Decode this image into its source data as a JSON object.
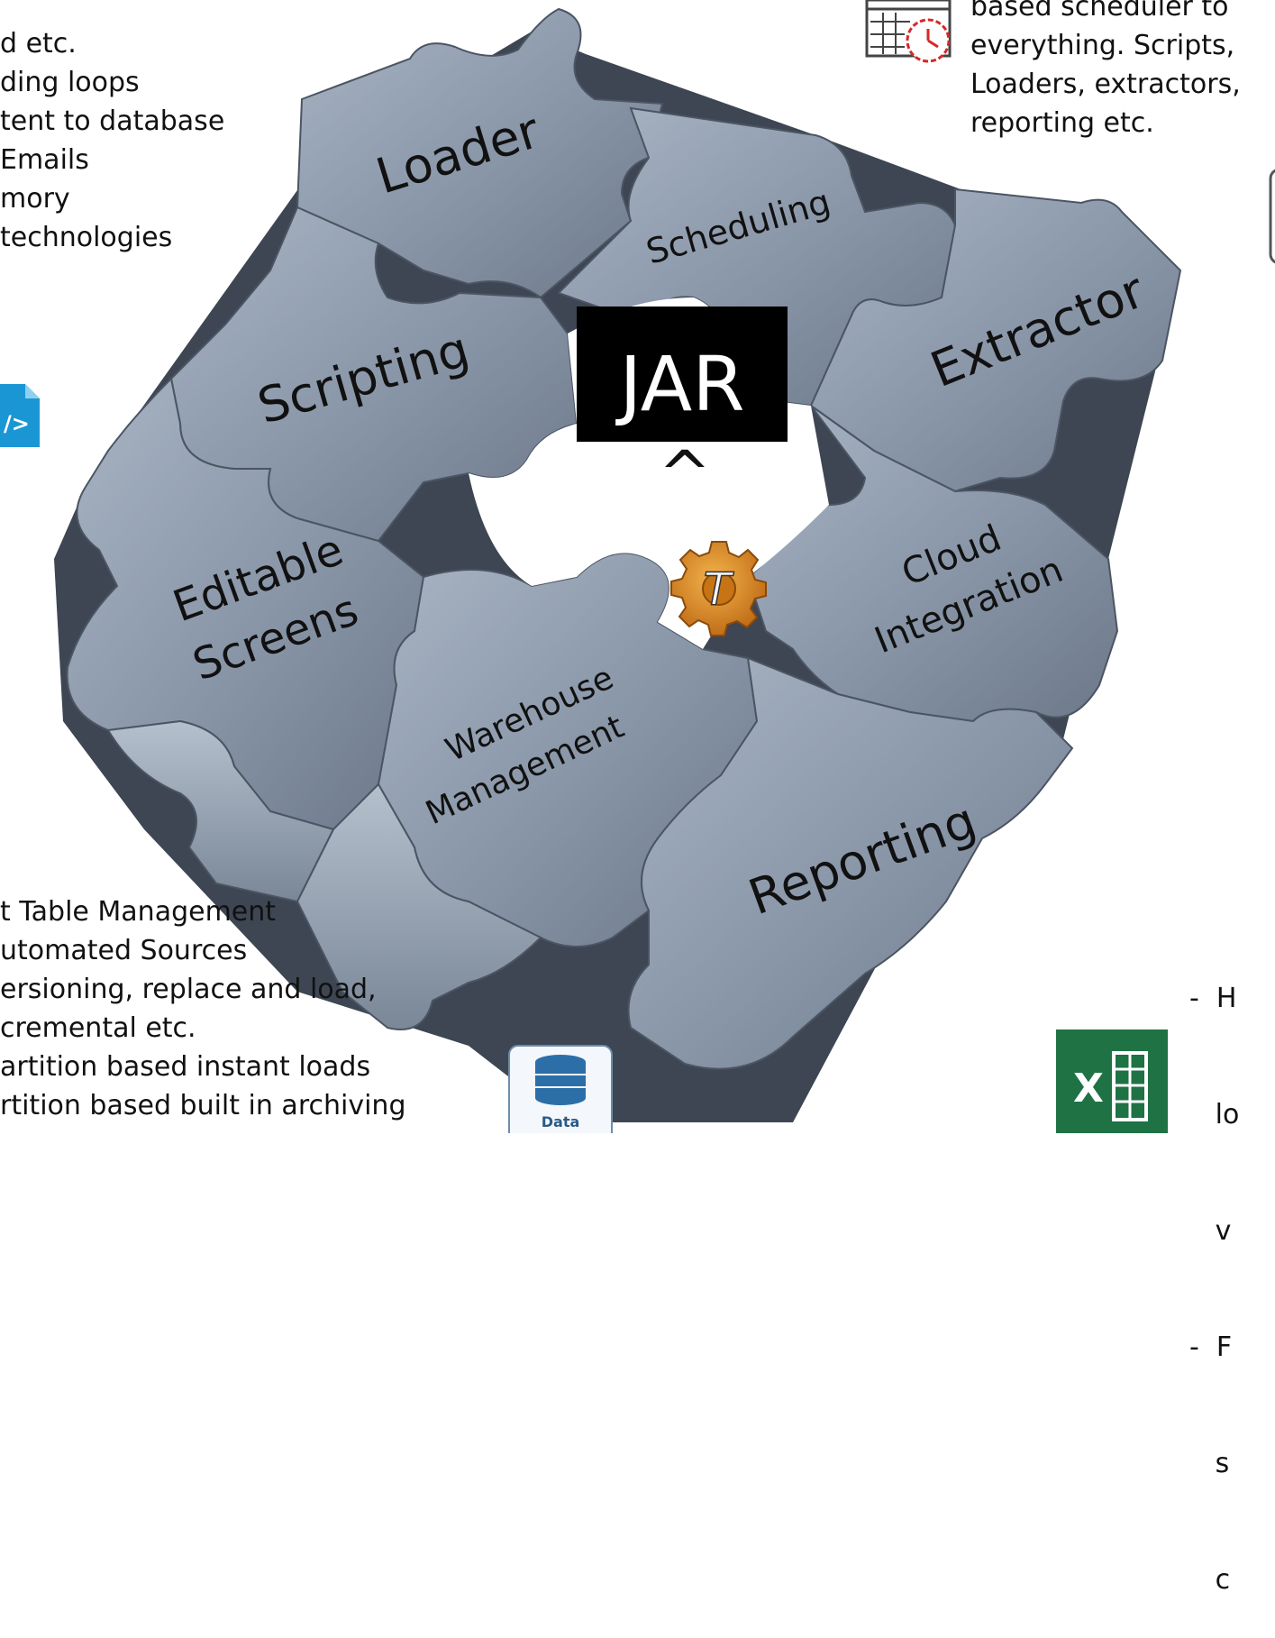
{
  "center_label": "JAR",
  "arrow_glyph": "^",
  "puzzle_pieces": [
    {
      "id": "loader",
      "lines": [
        "Loader"
      ]
    },
    {
      "id": "scheduling",
      "lines": [
        "Scheduling"
      ]
    },
    {
      "id": "scripting",
      "lines": [
        "Scripting"
      ]
    },
    {
      "id": "extractor",
      "lines": [
        "Extractor"
      ]
    },
    {
      "id": "editable-screens",
      "lines": [
        "Editable",
        "Screens"
      ]
    },
    {
      "id": "cloud-integration",
      "lines": [
        "Cloud",
        "Integration"
      ]
    },
    {
      "id": "warehouse-management",
      "lines": [
        "Warehouse",
        "Management"
      ]
    },
    {
      "id": "reporting",
      "lines": [
        "Reporting"
      ]
    }
  ],
  "top_left_lines": [
    "d etc.",
    "ding loops",
    "tent to database",
    "Emails",
    "mory",
    "technologies"
  ],
  "top_right_lines": [
    "based scheduler to",
    "everything. Scripts,",
    "Loaders, extractors,",
    "reporting etc."
  ],
  "bottom_left_lines": [
    "t Table Management",
    "utomated Sources",
    "ersioning, replace and load,",
    "cremental etc.",
    "artition based instant loads",
    "rtition based built in archiving"
  ],
  "bottom_right_lines": [
    "-  H",
    "   lo",
    "   v",
    "-  F",
    "   s",
    "   c"
  ],
  "icons": {
    "calendar": "calendar-clock-icon",
    "code_file": "code-file-icon",
    "gear_logo": "gear-logo-icon",
    "database": "database-icon",
    "excel": "excel-icon"
  },
  "database_label": "Data",
  "excel_letter": "X",
  "code_glyph": "/>",
  "gear_letter": "T",
  "colors": {
    "piece_fill": "#8a98aa",
    "piece_dark": "#4d5866",
    "excel_green": "#1f7244",
    "code_blue": "#1b96d4",
    "db_blue": "#2c6fa8"
  }
}
